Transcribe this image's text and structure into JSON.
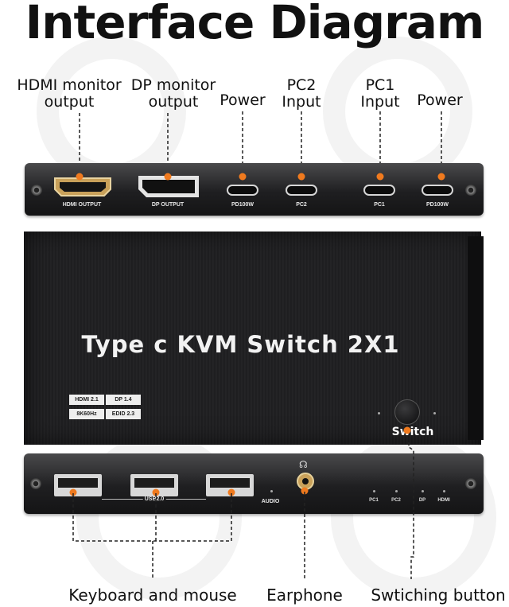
{
  "title": "Interface Diagram",
  "top_labels": {
    "hdmi": [
      "HDMI monitor",
      "output"
    ],
    "dp": [
      "DP monitor",
      "output"
    ],
    "power1": "Power",
    "pc2": [
      "PC2",
      "Input"
    ],
    "pc1": [
      "PC1",
      "Input"
    ],
    "power2": "Power"
  },
  "back_panel_ports": {
    "hdmi": "HDMI OUTPUT",
    "dp": "DP OUTPUT",
    "pd1": "PD100W",
    "pc2": "PC2",
    "pc1": "PC1",
    "pd2": "PD100W"
  },
  "device": {
    "name": "Type c KVM Switch 2X1",
    "badges": [
      "HDMI 2.1",
      "DP 1.4",
      "8K60Hz",
      "EDID 2.3"
    ],
    "switch_label": "Switch"
  },
  "front_panel": {
    "usb_label": "USB2.0",
    "audio_label": "AUDIO",
    "leds": [
      "PC1",
      "PC2",
      "DP",
      "HDMI"
    ]
  },
  "bottom_labels": {
    "keyboard": "Keyboard and mouse",
    "earphone": "Earphone",
    "switching": "Swtiching button"
  },
  "colors": {
    "accent": "#f07a1e",
    "device": "#1c1c1e"
  }
}
